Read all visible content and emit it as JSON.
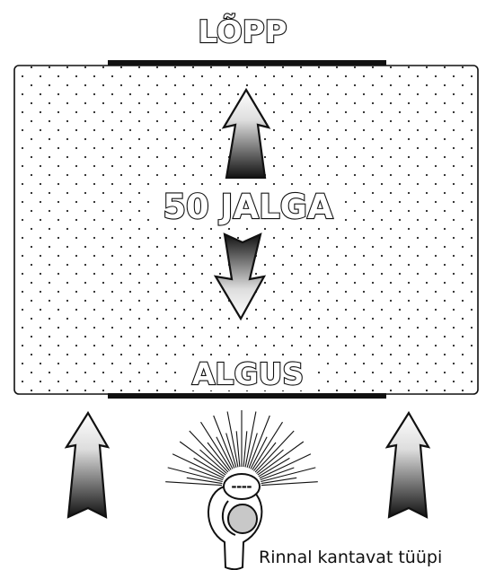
{
  "labels": {
    "finish": "LÕPP",
    "distance": "50 JALGA",
    "start": "ALGUS",
    "caption": "Rinnal kantavat tüüpi"
  },
  "icons": {
    "up_arrow": "up-arrow-icon",
    "down_arrow": "down-arrow-icon",
    "walker": "person-top-view-icon",
    "device": "chest-worn-device-icon"
  },
  "colors": {
    "outline": "#111111",
    "gradient_dark": "#111111",
    "gradient_light": "#ffffff",
    "background": "#ffffff"
  }
}
